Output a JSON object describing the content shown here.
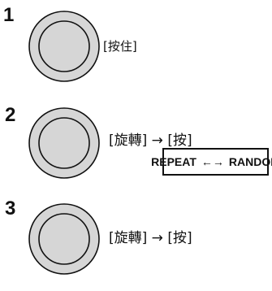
{
  "steps": [
    {
      "number": "1",
      "action": "[按住]"
    },
    {
      "number": "2",
      "action": "[旋轉] → [按]"
    },
    {
      "number": "3",
      "action": "[旋轉] → [按]"
    }
  ],
  "mode_box": {
    "left": "REPEAT",
    "arrow": "←→",
    "right": "RANDOM"
  }
}
